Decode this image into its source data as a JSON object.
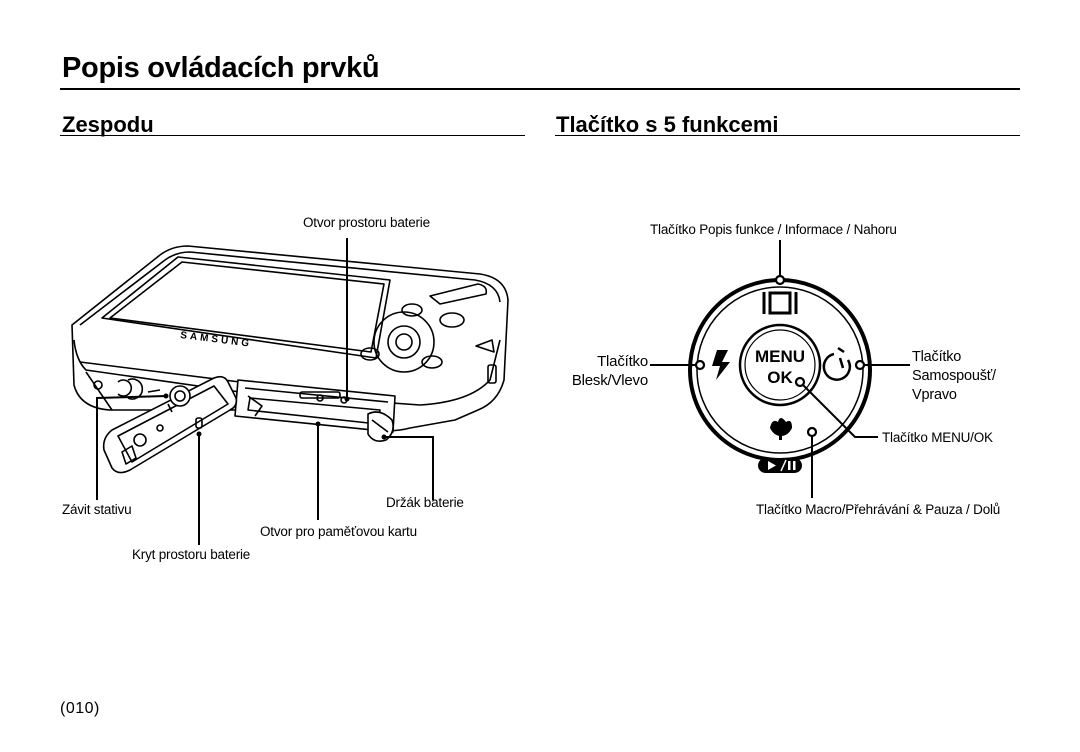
{
  "page": {
    "title": "Popis ovládacích prvků",
    "page_number": "010"
  },
  "left_section": {
    "heading": "Zespodu",
    "labels": {
      "battery_slot_top": "Otvor prostoru baterie",
      "tripod": "Závit stativu",
      "battery_holder": "Držák baterie",
      "card_slot": "Otvor pro paměťovou kartu",
      "battery_cover": "Kryt prostoru baterie"
    },
    "camera_brand": "SAMSUNG"
  },
  "right_section": {
    "heading": "Tlačítko s 5 funkcemi",
    "labels": {
      "up": "Tlačítko Popis funkce / Informace / Nahoru",
      "left_line1": "Tlačítko",
      "left_line2": "Blesk/Vlevo",
      "right_line1": "Tlačítko",
      "right_line2": "Samospoušť/",
      "right_line3": "Vpravo",
      "menu_ok": "Tlačítko MENU/OK",
      "down": "Tlačítko Macro/Přehrávání & Pauza / Dolů"
    },
    "button_text": {
      "menu": "MENU",
      "ok": "OK"
    }
  }
}
